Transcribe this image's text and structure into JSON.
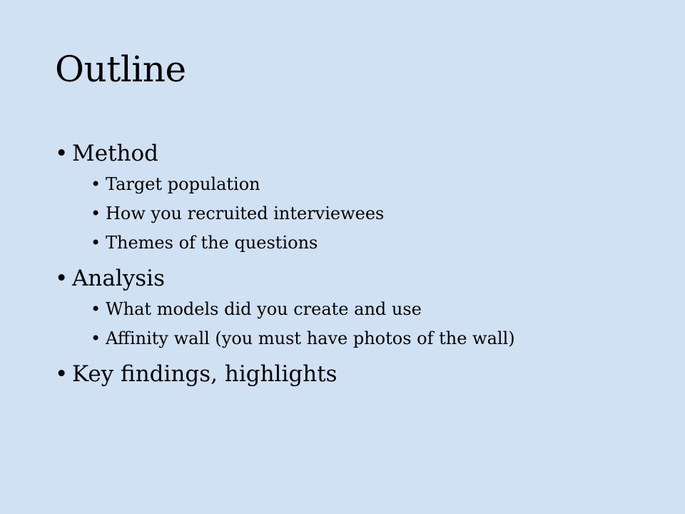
{
  "slide": {
    "title": "Outline",
    "bullet_glyph": "•",
    "items": [
      {
        "label": "Method",
        "subitems": [
          "Target population",
          "How you recruited interviewees",
          "Themes of the questions"
        ]
      },
      {
        "label": "Analysis",
        "subitems": [
          "What models did you create and use",
          "Affinity wall (you must have photos of the wall)"
        ]
      },
      {
        "label": "Key findings, highlights",
        "subitems": []
      }
    ]
  },
  "colors": {
    "background": "#cfe1f2",
    "text": "#000000"
  }
}
